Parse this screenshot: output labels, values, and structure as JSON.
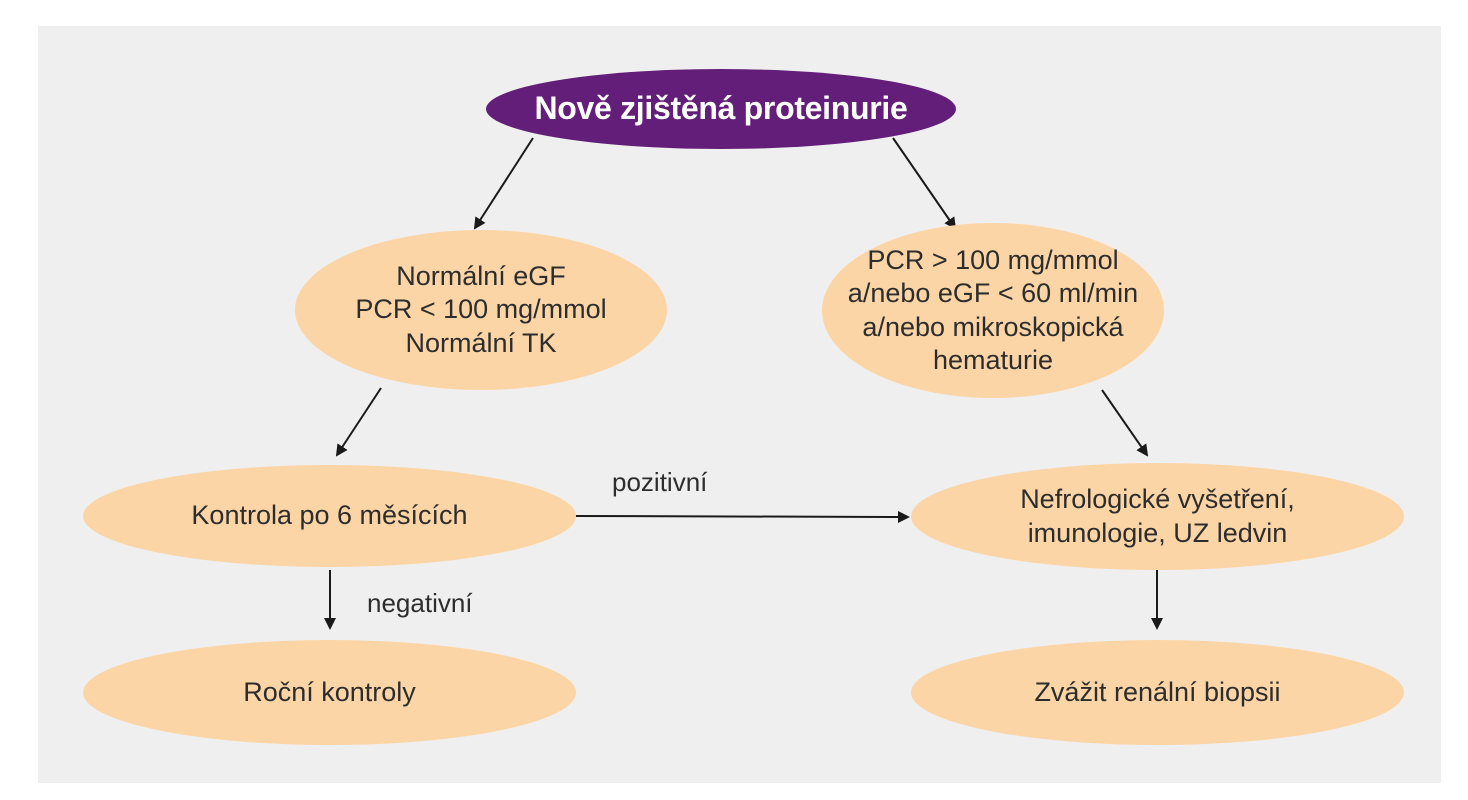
{
  "diagram": {
    "root": {
      "label": "Nově zjištěná proteinurie"
    },
    "left_criteria": {
      "lines": [
        "Normální eGF",
        "PCR < 100 mg/mmol",
        "Normální TK"
      ]
    },
    "right_criteria": {
      "lines": [
        "PCR > 100 mg/mmol",
        "a/nebo eGF < 60 ml/min",
        "a/nebo mikroskopická",
        "hematurie"
      ]
    },
    "control": {
      "label": "Kontrola po 6 měsících"
    },
    "nephrology": {
      "lines": [
        "Nefrologické vyšetření,",
        "imunologie, UZ ledvin"
      ]
    },
    "annual": {
      "label": "Roční kontroly"
    },
    "biopsy": {
      "label": "Zvážit renální biopsii"
    },
    "edge_labels": {
      "positive": "pozitivní",
      "negative": "negativní"
    }
  },
  "colors": {
    "root": "#621e78",
    "node": "#fcd5a7",
    "panel": "#efefef",
    "arrow": "#1a1a1a"
  }
}
